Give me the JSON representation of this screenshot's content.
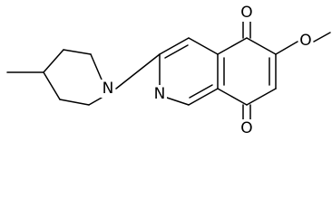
{
  "molecule": {
    "atoms": {
      "o_top": "O",
      "o_bottom": "O",
      "o_methoxy": "O",
      "n_ring": "N",
      "n_piperidine": "N"
    }
  }
}
